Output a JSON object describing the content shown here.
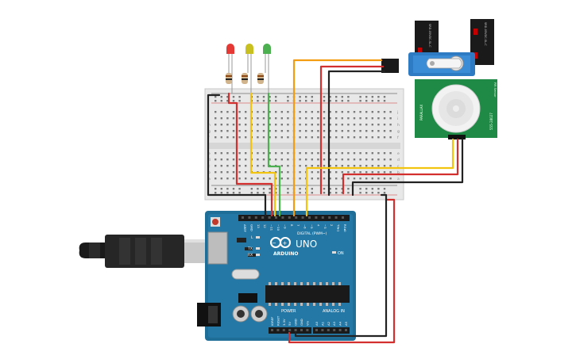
{
  "arduino": {
    "brand": "ARDUINO",
    "model": "UNO",
    "on_label": "ON",
    "l_label": "L",
    "tx_label": "TX",
    "rx_label": "RX",
    "aref_label": "AREF",
    "gnd_label": "GND",
    "digital_label": "DIGITAL (PWM~)",
    "pin_labels": [
      "13",
      "12",
      "~11",
      "~10",
      "~9",
      "8",
      "7",
      "~6",
      "~5",
      "4",
      "~3",
      "2",
      "TX▸1",
      "RX◂0"
    ],
    "power_label": "POWER",
    "analog_label": "ANALOG IN",
    "power_pins": [
      "IOREF",
      "RESET",
      "3.3V",
      "5V",
      "GND",
      "GND",
      "Vin"
    ],
    "analog_pins": [
      "A0",
      "A1",
      "A2",
      "A3",
      "A4",
      "A5"
    ]
  },
  "breadboard": {
    "row_letters_top": [
      "j",
      "i",
      "h",
      "g",
      "f"
    ],
    "row_letters_bottom": [
      "e",
      "d",
      "c",
      "b",
      "a"
    ]
  },
  "pir_sensor": {
    "label_left": "PARALLAX",
    "label_right": "555-28027",
    "label_top": "PIR Sensor"
  },
  "relay_left": {
    "label": "SRD-05VDC-SL-C"
  },
  "relay_right": {
    "label": "SRD-05VDC-SL-C"
  },
  "leds": [
    "red",
    "yellow",
    "green"
  ],
  "colors": {
    "board_blue": "#1e6e98",
    "breadboard": "#e8e8e8",
    "pir_green": "#1f8a46",
    "servo_blue": "#2e7bc4",
    "wire_red": "#d32f2f",
    "wire_black": "#222222",
    "wire_yellow": "#f2c40f",
    "wire_orange": "#f39c12",
    "wire_green": "#4caf50"
  }
}
